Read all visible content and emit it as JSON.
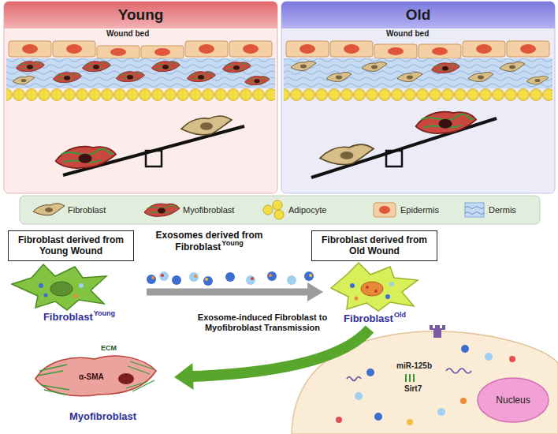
{
  "diagram": {
    "nodes": [
      {
        "text": [
          "Young"
        ]
      },
      {
        "text": [
          "Old"
        ]
      },
      {
        "text": [
          "Fibroblast derived from Young Wound"
        ]
      },
      {
        "text": [
          "Fibroblast derived from Old Wound"
        ]
      },
      {
        "text": [
          "Fibroblast",
          "Young"
        ]
      },
      {
        "text": [
          "Fibroblast",
          "Old"
        ]
      },
      {
        "text": [
          "Myofibroblast"
        ]
      },
      {
        "text": [
          "Nucleus"
        ]
      }
    ],
    "edges": [
      {
        "from": 4,
        "to": 5,
        "arrow": "to"
      },
      {
        "from": 5,
        "to": 6,
        "arrow": "to",
        "label": "Exosome-induced Fibroblast to Myofibroblast Transmission"
      }
    ],
    "labels": [
      "Wound bed",
      "Wound bed",
      "Exosomes derived from Fibroblast",
      "Young",
      "ECM",
      "α-SMA",
      "miR-125b",
      "Sirt7"
    ],
    "legend": [
      {
        "text": "Fibroblast"
      },
      {
        "text": "Myofibroblast"
      },
      {
        "text": "Adipocyte"
      },
      {
        "text": "Epidermis"
      },
      {
        "text": "Dermis"
      }
    ]
  }
}
